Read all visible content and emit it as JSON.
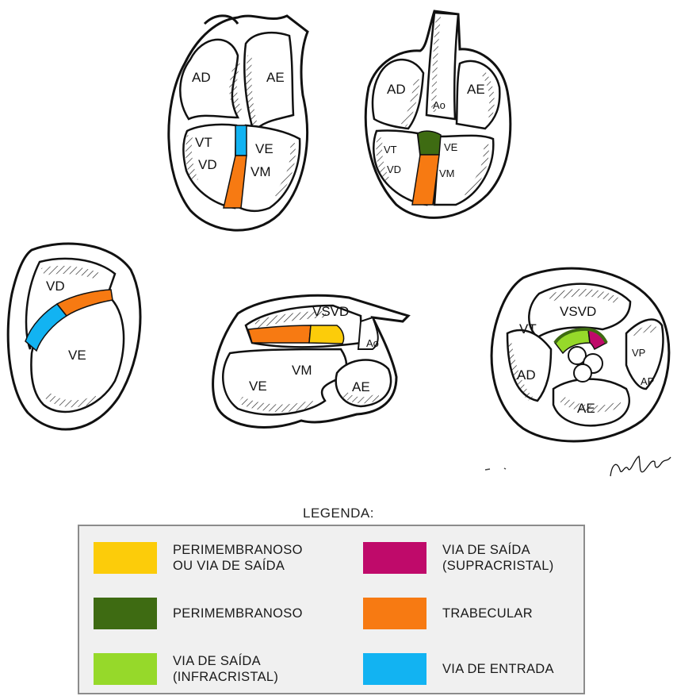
{
  "diagrams": {
    "top_left": {
      "labels": [
        "AD",
        "AE",
        "VT",
        "VD",
        "VE",
        "VM"
      ]
    },
    "top_right": {
      "labels": [
        "AD",
        "AE",
        "Ao",
        "VT",
        "VD",
        "VE",
        "VM"
      ]
    },
    "mid_left": {
      "labels": [
        "VD",
        "VE"
      ]
    },
    "mid_center": {
      "labels": [
        "VSVD",
        "Ao",
        "VE",
        "VM",
        "AE"
      ]
    },
    "mid_right": {
      "labels": [
        "VSVD",
        "VT",
        "AD",
        "VP",
        "AP",
        "AE"
      ]
    }
  },
  "signature_text": "Wcl. Haddad",
  "legend": {
    "title": "LEGENDA:",
    "items": [
      {
        "label": "PERIMEMBRANOSO\nOU VIA DE SAÍDA",
        "color": "#fccc0a"
      },
      {
        "label": "VIA DE SAÍDA\n(SUPRACRISTAL)",
        "color": "#bf0a6a"
      },
      {
        "label": "PERIMEMBRANOSO",
        "color": "#3e6b12"
      },
      {
        "label": "TRABECULAR",
        "color": "#f77a12"
      },
      {
        "label": "VIA DE SAÍDA\n(INFRACRISTAL)",
        "color": "#96d92a"
      },
      {
        "label": "VIA DE ENTRADA",
        "color": "#12b3f2"
      }
    ]
  }
}
